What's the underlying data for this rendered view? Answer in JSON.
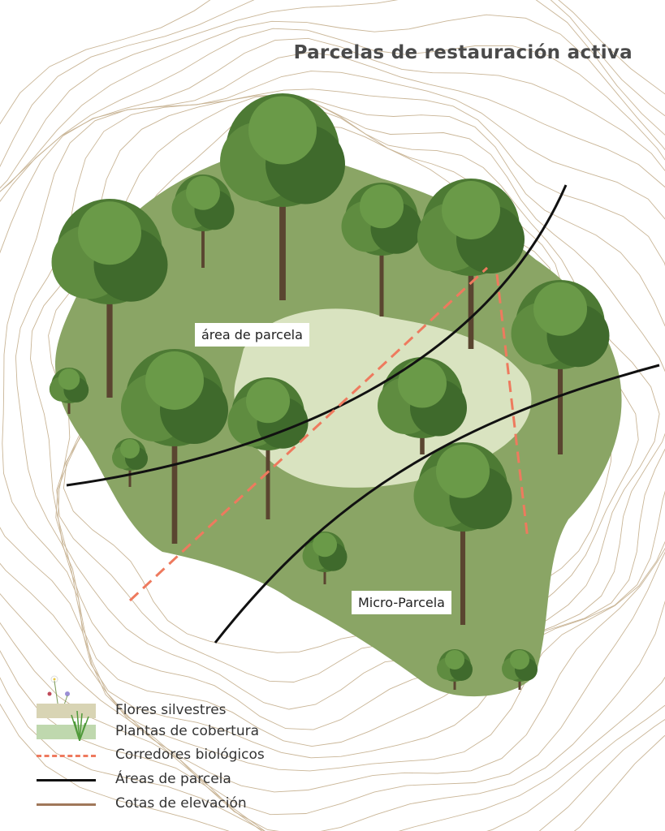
{
  "title": "Parcelas de restauración activa",
  "labels": {
    "plot_area": "área de parcela",
    "micro_plot": "Micro-Parcela"
  },
  "legend": [
    {
      "label": "Flores silvestres",
      "symbol": "wildflower-swatch",
      "color": "#d8d4b4"
    },
    {
      "label": "Plantas de cobertura",
      "symbol": "groundcover-swatch",
      "color": "#bfd8ae"
    },
    {
      "label": "Corredores biológicos",
      "symbol": "dashed-line",
      "color": "#ee7a5e"
    },
    {
      "label": "Áreas de parcela",
      "symbol": "solid-line",
      "color": "#111111"
    },
    {
      "label": "Cotas de elevación",
      "symbol": "solid-line",
      "color": "#a0785a"
    }
  ],
  "colors": {
    "contour": "#c9b596",
    "meadow": "#d9e3c0",
    "vegetation": "#6f8f4e",
    "tree": "#4d7a34"
  }
}
